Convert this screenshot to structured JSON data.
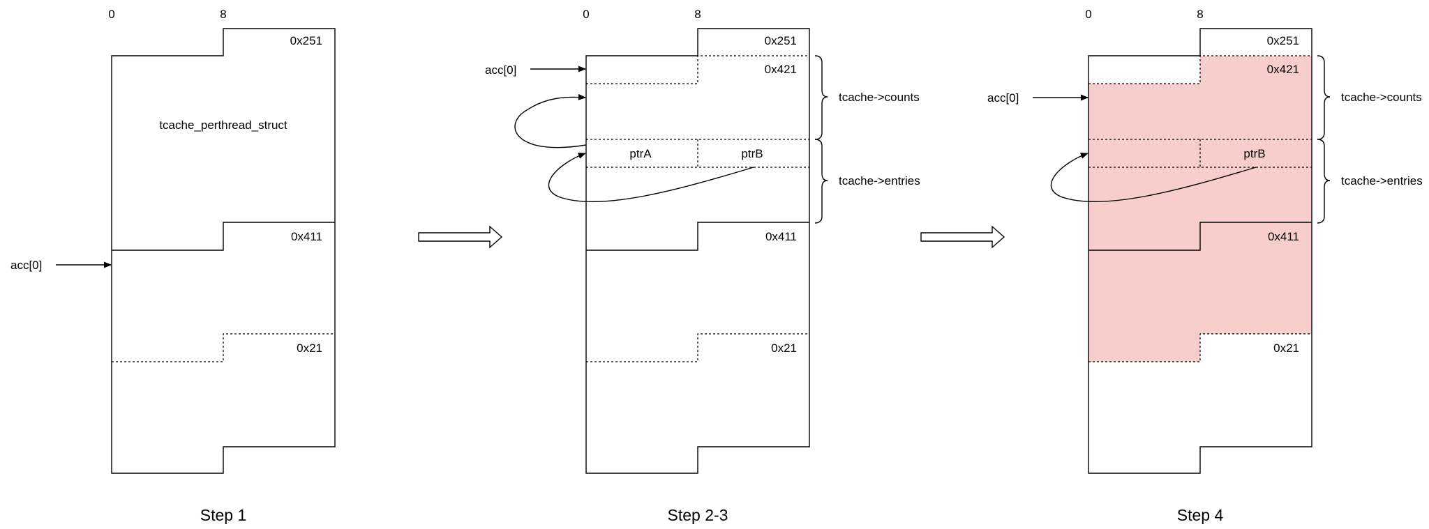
{
  "panels": [
    {
      "caption": "Step 1",
      "offset_labels": [
        "0",
        "8"
      ],
      "size_labels": [
        "0x251",
        "0x411",
        "0x21"
      ],
      "struct_label": "tcache_perthread_struct",
      "pointer_label": "acc[0]"
    },
    {
      "caption": "Step 2-3",
      "offset_labels": [
        "0",
        "8"
      ],
      "size_labels": [
        "0x251",
        "0x421",
        "0x411",
        "0x21"
      ],
      "field_labels": [
        "ptrA",
        "ptrB"
      ],
      "pointer_label": "acc[0]",
      "brace_labels": [
        "tcache->counts",
        "tcache->entries"
      ]
    },
    {
      "caption": "Step 4",
      "offset_labels": [
        "0",
        "8"
      ],
      "size_labels": [
        "0x251",
        "0x421",
        "0x411",
        "0x21"
      ],
      "field_labels": [
        "ptrB"
      ],
      "pointer_label": "acc[0]",
      "brace_labels": [
        "tcache->counts",
        "tcache->entries"
      ],
      "highlight_color": "#f8cecc"
    }
  ]
}
